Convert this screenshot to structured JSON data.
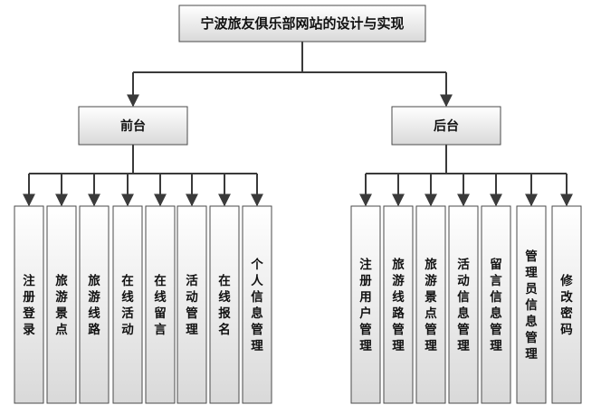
{
  "root": {
    "label": "宁波旅友俱乐部网站的设计与实现"
  },
  "groups": [
    {
      "id": "front",
      "label": "前台",
      "children": [
        [
          "注",
          "册",
          "登",
          "录"
        ],
        [
          "旅",
          "游",
          "景",
          "点"
        ],
        [
          "旅",
          "游",
          "线",
          "路"
        ],
        [
          "在",
          "线",
          "活",
          "动"
        ],
        [
          "在",
          "线",
          "留",
          "言"
        ],
        [
          "活",
          "动",
          "管",
          "理"
        ],
        [
          "在",
          "线",
          "报",
          "名"
        ],
        [
          "个",
          "人",
          "信",
          "息",
          "管",
          "理"
        ]
      ]
    },
    {
      "id": "back",
      "label": "后台",
      "children": [
        [
          "注",
          "册",
          "用",
          "户",
          "管",
          "理"
        ],
        [
          "旅",
          "游",
          "线",
          "路",
          "管",
          "理"
        ],
        [
          "旅",
          "游",
          "景",
          "点",
          "管",
          "理"
        ],
        [
          "活",
          "动",
          "信",
          "息",
          "管",
          "理"
        ],
        [
          "留",
          "言",
          "信",
          "息",
          "管",
          "理"
        ],
        [
          "管",
          "理",
          "员",
          "信",
          "息",
          "管",
          "理"
        ],
        [
          "修",
          "改",
          "密",
          "码"
        ]
      ]
    }
  ]
}
